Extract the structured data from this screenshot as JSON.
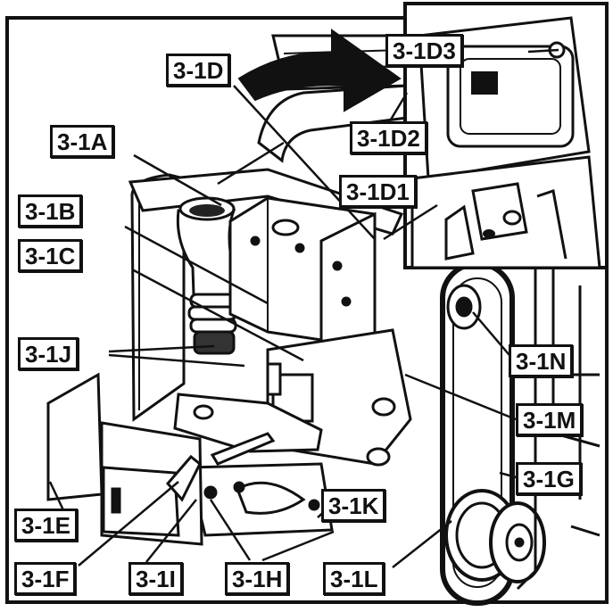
{
  "diagram": {
    "callouts": [
      {
        "id": "d3",
        "text": "3-1D3"
      },
      {
        "id": "d",
        "text": "3-1D"
      },
      {
        "id": "a",
        "text": "3-1A"
      },
      {
        "id": "d2",
        "text": "3-1D2"
      },
      {
        "id": "d1",
        "text": "3-1D1"
      },
      {
        "id": "b",
        "text": "3-1B"
      },
      {
        "id": "c",
        "text": "3-1C"
      },
      {
        "id": "j",
        "text": "3-1J"
      },
      {
        "id": "n",
        "text": "3-1N"
      },
      {
        "id": "m",
        "text": "3-1M"
      },
      {
        "id": "g",
        "text": "3-1G"
      },
      {
        "id": "k",
        "text": "3-1K"
      },
      {
        "id": "e",
        "text": "3-1E"
      },
      {
        "id": "f",
        "text": "3-1F"
      },
      {
        "id": "i",
        "text": "3-1I"
      },
      {
        "id": "h",
        "text": "3-1H"
      },
      {
        "id": "l",
        "text": "3-1L"
      }
    ]
  }
}
